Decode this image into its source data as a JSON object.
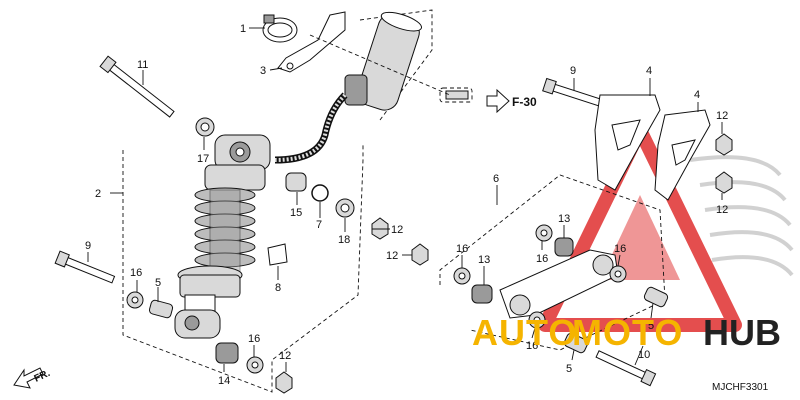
{
  "diagram": {
    "callouts": [
      "1",
      "3",
      "11",
      "17",
      "2",
      "15",
      "7",
      "18",
      "9",
      "16",
      "5",
      "8",
      "14",
      "16",
      "12",
      "F-30",
      "9",
      "4",
      "4",
      "12",
      "12",
      "6",
      "13",
      "16",
      "12",
      "12",
      "16",
      "13",
      "16",
      "16",
      "5",
      "10",
      "5"
    ],
    "figure_ref": "F-30",
    "front_indicator": "FR.",
    "diagram_code": "MJCHF3301"
  },
  "watermark": {
    "part1": "AUTO",
    "part2": "MOTO",
    "part3": "HUB",
    "colors": {
      "orange": "#f5b400",
      "dark": "#222222",
      "red": "#e03030"
    }
  }
}
